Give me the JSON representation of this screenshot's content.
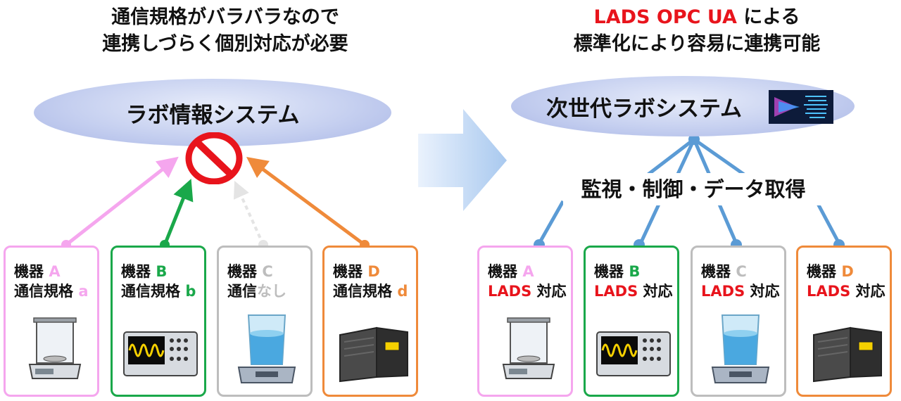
{
  "left": {
    "title_lines": [
      "通信規格がバラバラなので",
      "連携しづらく個別対応が必要"
    ],
    "system_label": "ラボ情報システム",
    "devices": [
      {
        "name": "機器 ",
        "letter": "A",
        "spec_prefix": "通信規格 ",
        "spec_suffix": "a",
        "color": "#f5a6ee"
      },
      {
        "name": "機器 ",
        "letter": "B",
        "spec_prefix": "通信規格 ",
        "spec_suffix": "b",
        "color": "#1aa84a"
      },
      {
        "name": "機器 ",
        "letter": "C",
        "spec_prefix": "通信",
        "spec_suffix": "なし",
        "color": "#bdbdbd"
      },
      {
        "name": "機器 ",
        "letter": "D",
        "spec_prefix": "通信規格 ",
        "spec_suffix": "d",
        "color": "#ef8a3a"
      }
    ]
  },
  "right": {
    "title_red": "LADS OPC UA",
    "title_rest": " による",
    "title_line2": "標準化により容易に連携可能",
    "system_label": "次世代ラボシステム",
    "middle_label": "監視・制御・データ取得",
    "devices": [
      {
        "name": "機器 ",
        "letter": "A",
        "lads": "LADS",
        "support": " 対応",
        "color": "#f5a6ee"
      },
      {
        "name": "機器 ",
        "letter": "B",
        "lads": "LADS",
        "support": " 対応",
        "color": "#1aa84a"
      },
      {
        "name": "機器 ",
        "letter": "C",
        "lads": "LADS",
        "support": " 対応",
        "color": "#bdbdbd"
      },
      {
        "name": "機器 ",
        "letter": "D",
        "lads": "LADS",
        "support": " 対応",
        "color": "#ef8a3a"
      }
    ]
  },
  "colors": {
    "accent_red": "#e8141c",
    "link_blue": "#5b9bd5",
    "ellipse": "#b8c3ec"
  }
}
